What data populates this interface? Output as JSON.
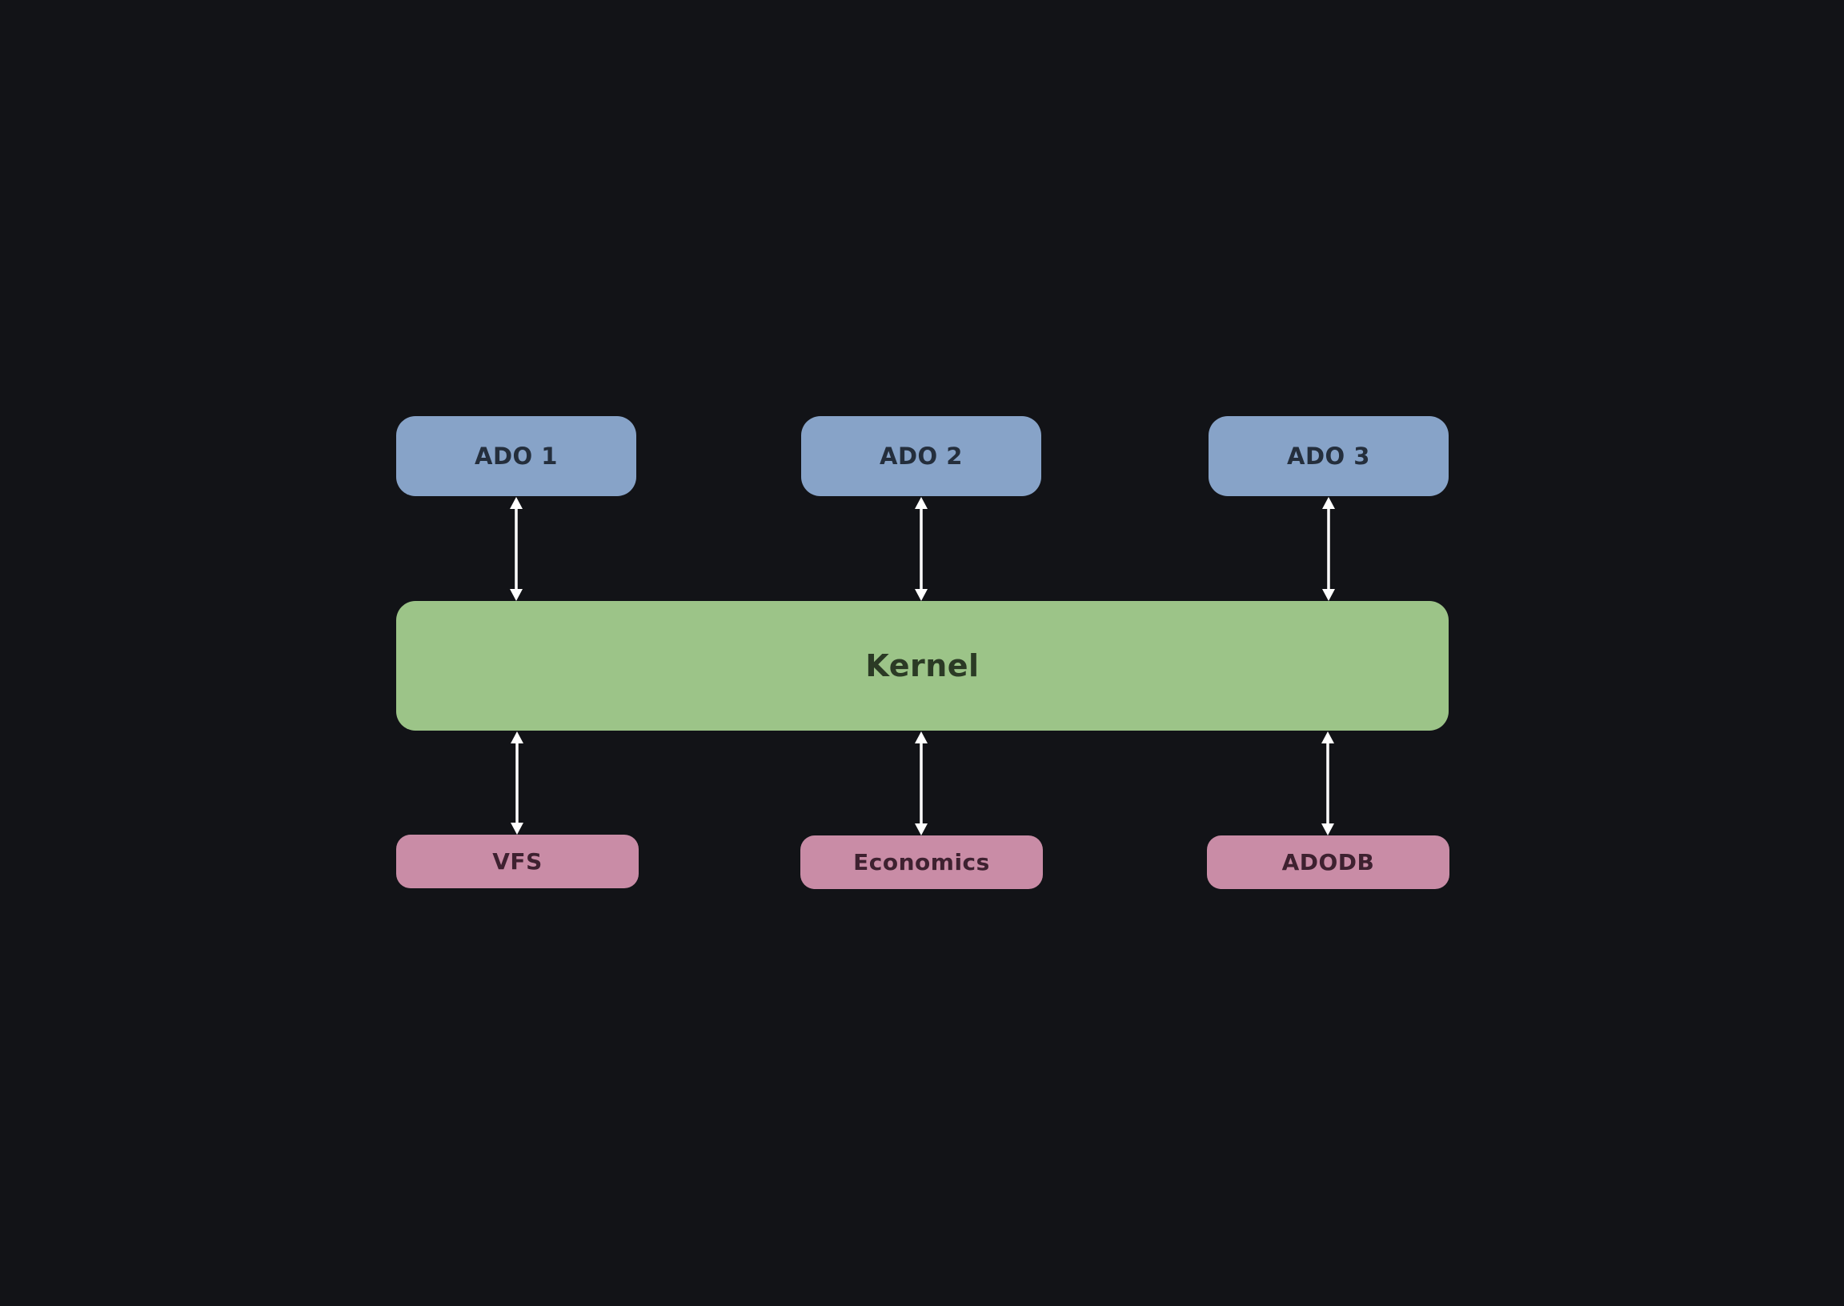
{
  "diagram": {
    "top_nodes": [
      {
        "id": "ado1",
        "label": "ADO 1"
      },
      {
        "id": "ado2",
        "label": "ADO 2"
      },
      {
        "id": "ado3",
        "label": "ADO 3"
      }
    ],
    "kernel": {
      "label": "Kernel"
    },
    "bottom_nodes": [
      {
        "id": "vfs",
        "label": "VFS"
      },
      {
        "id": "economics",
        "label": "Economics"
      },
      {
        "id": "adodb",
        "label": "ADODB"
      }
    ],
    "connections": [
      {
        "from": "ADO 1",
        "to": "Kernel",
        "bidirectional": true
      },
      {
        "from": "ADO 2",
        "to": "Kernel",
        "bidirectional": true
      },
      {
        "from": "ADO 3",
        "to": "Kernel",
        "bidirectional": true
      },
      {
        "from": "Kernel",
        "to": "VFS",
        "bidirectional": true
      },
      {
        "from": "Kernel",
        "to": "Economics",
        "bidirectional": true
      },
      {
        "from": "Kernel",
        "to": "ADODB",
        "bidirectional": true
      }
    ],
    "colors": {
      "background": "#121317",
      "top_node_fill": "#87a3c8",
      "top_node_text": "#242e3c",
      "kernel_fill": "#9cc488",
      "kernel_text": "#2b3a25",
      "bottom_node_fill": "#c98ca6",
      "bottom_node_text": "#3e2130",
      "arrow": "#ffffff"
    }
  }
}
